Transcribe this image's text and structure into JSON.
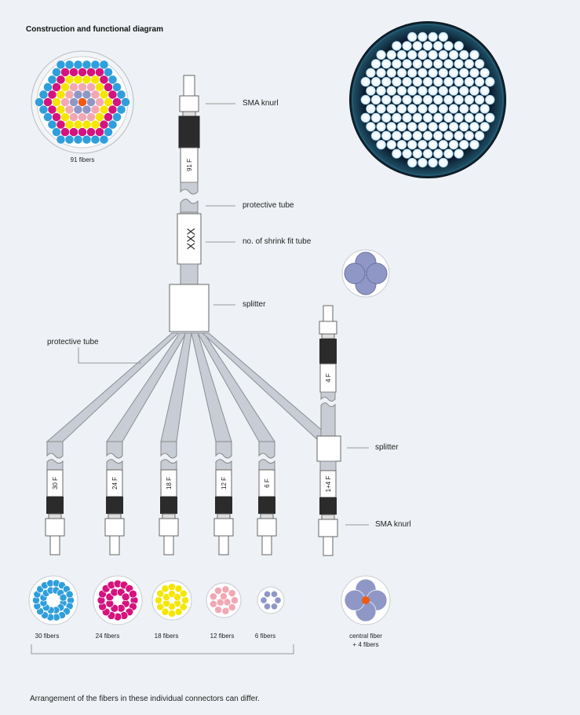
{
  "title": "Construction and functional diagram",
  "top_bundle": {
    "caption": "91 fibers",
    "connector_label": "91 F"
  },
  "labels": {
    "sma_knurl": "SMA knurl",
    "protective_tube_top": "protective tube",
    "shrink_tube": "no. of shrink fit tube",
    "shrink_tube_text": "XXX",
    "splitter_main": "splitter",
    "protective_tube_left": "protective tube",
    "splitter_secondary": "splitter",
    "sma_knurl_bottom": "SMA knurl"
  },
  "branches": [
    {
      "connector_label": "30 F",
      "caption": "30 fibers",
      "color": "#2f9fdc"
    },
    {
      "connector_label": "24 F",
      "caption": "24 fibers",
      "color": "#d5127e"
    },
    {
      "connector_label": "18 F",
      "caption": "18 fibers",
      "color": "#f5e600"
    },
    {
      "connector_label": "12 F",
      "caption": "12 fibers",
      "color": "#f2a8b4"
    },
    {
      "connector_label": "6 F",
      "caption": "6 fibers",
      "color": "#8f97c6"
    }
  ],
  "side_branch": {
    "upper_connector_label": "4 F",
    "lower_connector_label": "1+4 F",
    "caption_line1": "central fiber",
    "caption_line2": "+ 4 fibers",
    "central_color": "#f05a12",
    "outer_color": "#8f97c6"
  },
  "colors": {
    "cyan": "#2f9fdc",
    "magenta": "#d5127e",
    "yellow": "#f5e600",
    "pink": "#f2a8b4",
    "lavender": "#8f97c6",
    "orange": "#f05a12",
    "tube": "#c8ccd4",
    "dark_sleeve": "#2b2b2b"
  },
  "footnote": "Arrangement of the fibers in these individual connectors can differ."
}
